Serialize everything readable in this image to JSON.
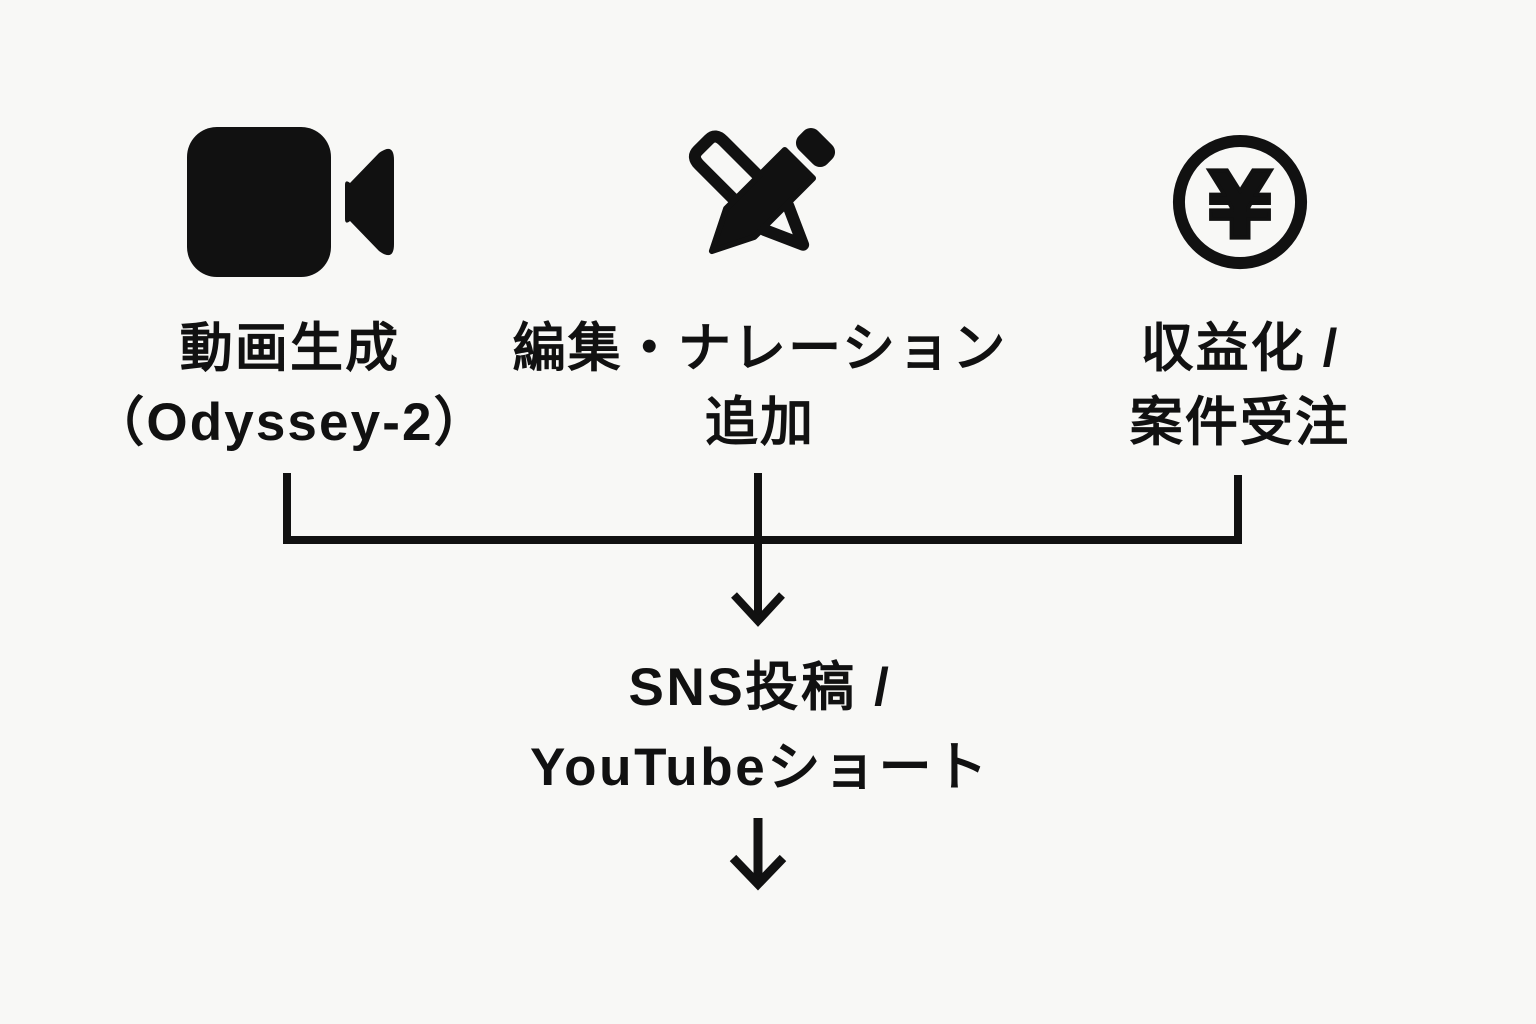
{
  "palette": {
    "background": "#f8f8f6",
    "ink": "#111111"
  },
  "steps": [
    {
      "id": "video-generation",
      "icon": "video-camera-icon",
      "lines": [
        "動画生成",
        "（Odyssey-2）"
      ]
    },
    {
      "id": "editing-narration",
      "icon": "pencil-edit-icon",
      "lines": [
        "編集・ナレーション",
        "追加"
      ]
    },
    {
      "id": "monetization",
      "icon": "yen-coin-icon",
      "currency_symbol": "¥",
      "lines": [
        "収益化 /",
        "案件受注"
      ]
    }
  ],
  "output": {
    "lines": [
      "SNS投稿 /",
      "YouTubeショート"
    ]
  }
}
